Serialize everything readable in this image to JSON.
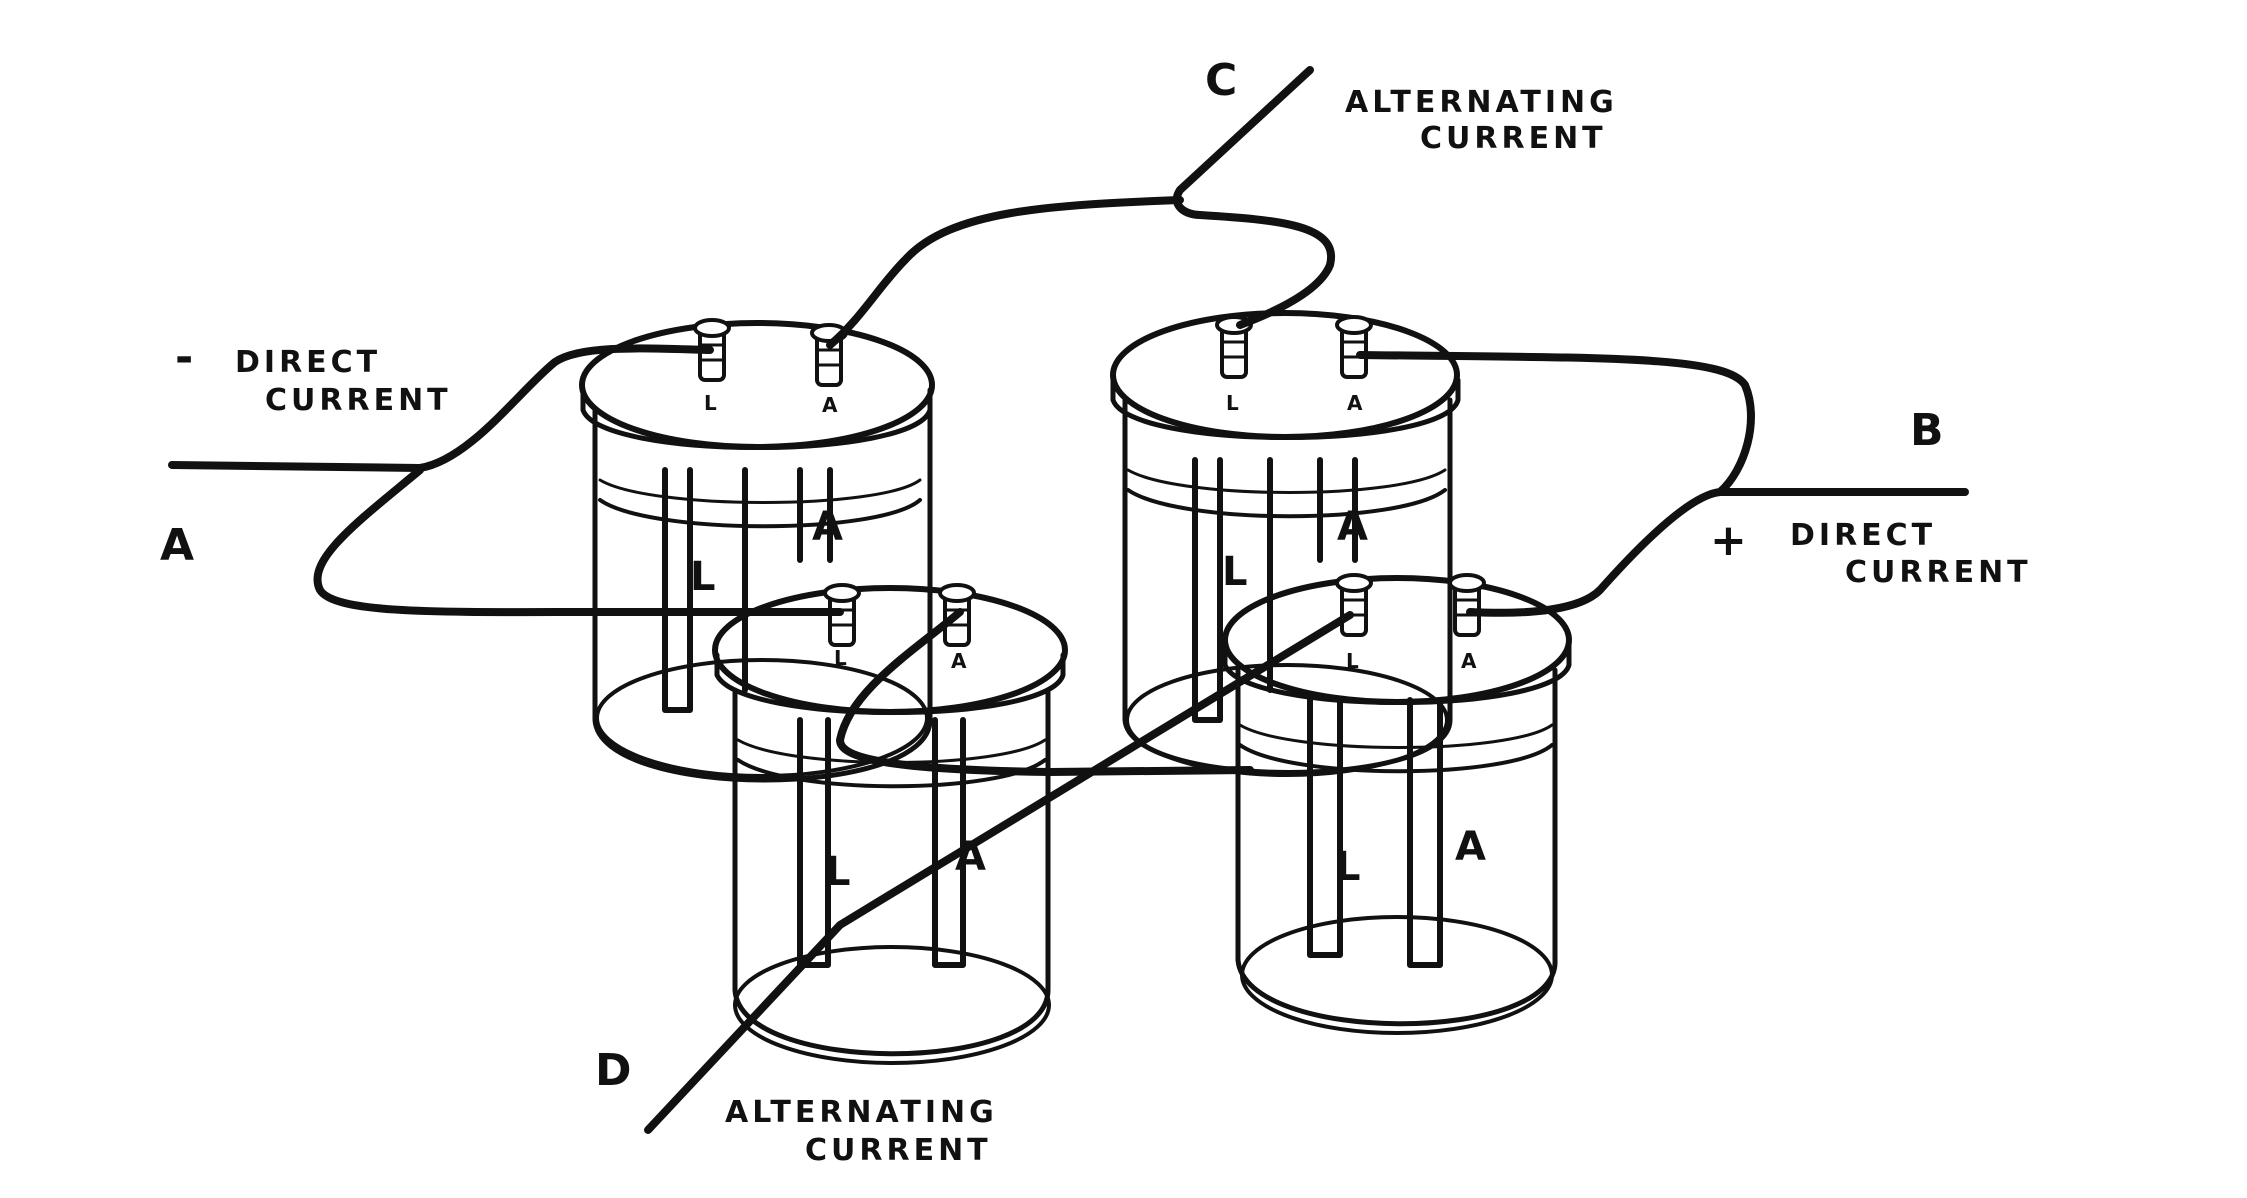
{
  "diagram": {
    "points": {
      "A": "A",
      "B": "B",
      "C": "C",
      "D": "D"
    },
    "captions": {
      "minus_symbol": "-",
      "plus_symbol": "+",
      "direct": "DIRECT",
      "current": "CURRENT",
      "alternating": "ALTERNATING"
    },
    "cells": [
      {
        "terminal_left": "L",
        "terminal_right": "A",
        "plate_left": "L",
        "plate_right": "A"
      },
      {
        "terminal_left": "L",
        "terminal_right": "A",
        "plate_left": "L",
        "plate_right": "A"
      },
      {
        "terminal_left": "L",
        "terminal_right": "A",
        "plate_left": "L",
        "plate_right": "A"
      },
      {
        "terminal_left": "L",
        "terminal_right": "A",
        "plate_left": "L",
        "plate_right": "A"
      }
    ],
    "colors": {
      "ink": "#111111",
      "paper": "#ffffff"
    }
  }
}
